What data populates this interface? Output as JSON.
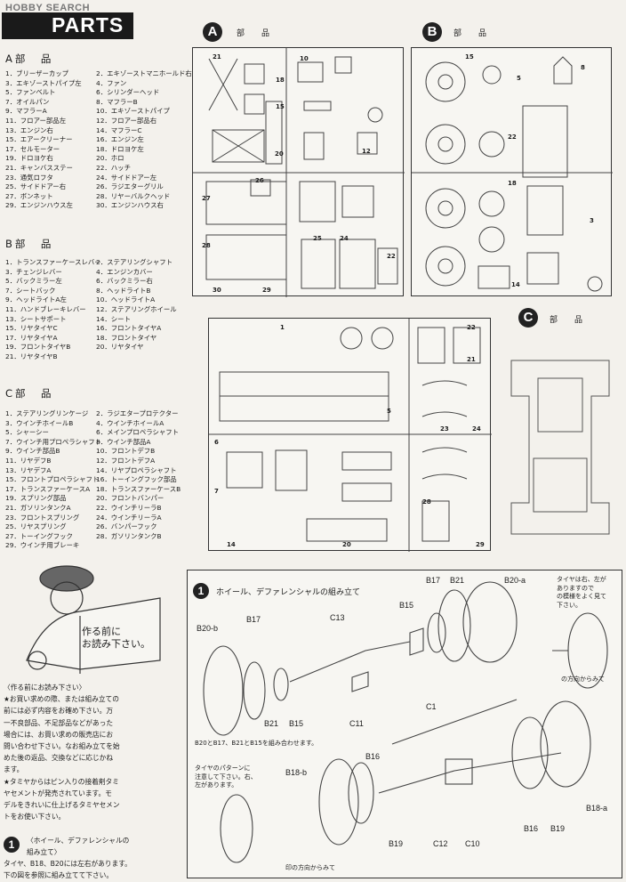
{
  "watermark": "HOBBY SEARCH",
  "title": "PARTS",
  "section_a": {
    "title": "A部　品",
    "left": [
      "1．ブリーザーカップ",
      "3．エキゾーストパイプ左",
      "5．ファンベルト",
      "7．オイルパン",
      "9．マフラーA",
      "11．フロアー部品左",
      "13．エンジン右",
      "15．エアークリーナー",
      "17．セルモーター",
      "19．ドロヨケ右",
      "21．キャンバスステー",
      "23．通気ロフタ",
      "25．サイドドアー右",
      "27．ボンネット",
      "29．エンジンハウス左"
    ],
    "right": [
      "2．エキゾーストマニホールド右",
      "4．ファン",
      "6．シリンダーヘッド",
      "8．マフラーB",
      "10．エキゾーストパイプ",
      "12．フロアー部品右",
      "14．マフラーC",
      "16．エンジン左",
      "18．ドロヨケ左",
      "20．ホロ",
      "22．ハッチ",
      "24．サイドドアー左",
      "26．ラジエターグリル",
      "28．リヤーバルクヘッド",
      "30．エンジンハウス右"
    ]
  },
  "section_b": {
    "title": "B部　品",
    "left": [
      "1．トランスファーケースレバー",
      "3．チェンジレバー",
      "5．バックミラー左",
      "7．シートバック",
      "9．ヘッドライトA左",
      "11．ハンドブレーキレバー",
      "13．シートサポート",
      "15．リヤタイヤC",
      "17．リヤタイヤA",
      "19．フロントタイヤB",
      "21．リヤタイヤB"
    ],
    "right": [
      "2．ステアリングシャフト",
      "4．エンジンカバー",
      "6．バックミラー右",
      "8．ヘッドライトB",
      "10．ヘッドライトA",
      "12．ステアリングホイール",
      "14．シート",
      "16．フロントタイヤA",
      "18．フロントタイヤ",
      "20．リヤタイヤ"
    ]
  },
  "section_c": {
    "title": "C部　品",
    "left": [
      "1．ステアリングリンケージ",
      "3．ウインチホイールB",
      "5．シャーシー",
      "7．ウインチ用プロペラシャフト",
      "9．ウインチ部品B",
      "11．リヤデフB",
      "13．リヤデフA",
      "15．フロントプロペラシャフト",
      "17．トランスファーケースA",
      "19．スプリング部品",
      "21．ガソリンタンクA",
      "23．フロントスプリング",
      "25．リヤスプリング",
      "27．トーイングフック",
      "29．ウインチ用ブレーキ"
    ],
    "right": [
      "2．ラジエタープロテクター",
      "4．ウインチホイールA",
      "6．メインプロペラシャフト",
      "8．ウインチ部品A",
      "10．フロントデフB",
      "12．フロントデフA",
      "14．リヤプロペラシャフト",
      "16．トーイングフック部品",
      "18．トランスファーケースB",
      "20．フロントバンパー",
      "22．ウインチリーラB",
      "24．ウインチリーラA",
      "26．バンパーフック",
      "28．ガソリンタンクB"
    ]
  },
  "sprues": {
    "a_label": "A",
    "b_label": "B",
    "c_label": "C",
    "bu_hin": "部　品"
  },
  "speech": [
    "作る前に",
    "お読み下さい。"
  ],
  "read_first": {
    "heading": "〈作る前にお読み下さい〉",
    "lines": [
      "★お買い求めの際、または組み立ての",
      "前には必ず内容をお確め下さい。万",
      "一不良部品、不足部品などがあった",
      "場合には、お買い求めの販売店にお",
      "問い合わせ下さい。なお組み立てを始",
      "めた後の返品、交換などに応じかね",
      "ます。",
      "★タミヤからはピン入りの接着剤タミ",
      "ヤセメントが発売されています。モ",
      "デルをきれいに仕上げるタミヤセメン",
      "トをお使い下さい。"
    ]
  },
  "bottom": {
    "step_num": "1",
    "heading": "〈ホイール、デファレンシャルの",
    "heading2": "組み立て〉",
    "line1": "タイヤ、B18、B20には左右があります。",
    "line2": "下の図を参照に組み立てて下さい。"
  },
  "step1": {
    "num": "1",
    "title": "ホイール、デファレンシャルの組み立て",
    "note_tire": [
      "タイヤは右、左が",
      "ありますので",
      "の模様をよく見て",
      "下さい。"
    ],
    "note_dir": "の方向からみて",
    "note_b": "B20とB17、B21とB15を組み合わせます。",
    "note_pattern": [
      "タイヤのパターンに",
      "注意して下さい。右、",
      "左があります。"
    ],
    "note_bottom": "印の方向からみて",
    "labels": [
      "B20-b",
      "B17",
      "B21",
      "B15",
      "C13",
      "B17",
      "B21",
      "B20-a",
      "B15",
      "C11",
      "C1",
      "B16",
      "B18-b",
      "B19",
      "C12",
      "C10",
      "B16",
      "B19",
      "B18-a"
    ]
  }
}
